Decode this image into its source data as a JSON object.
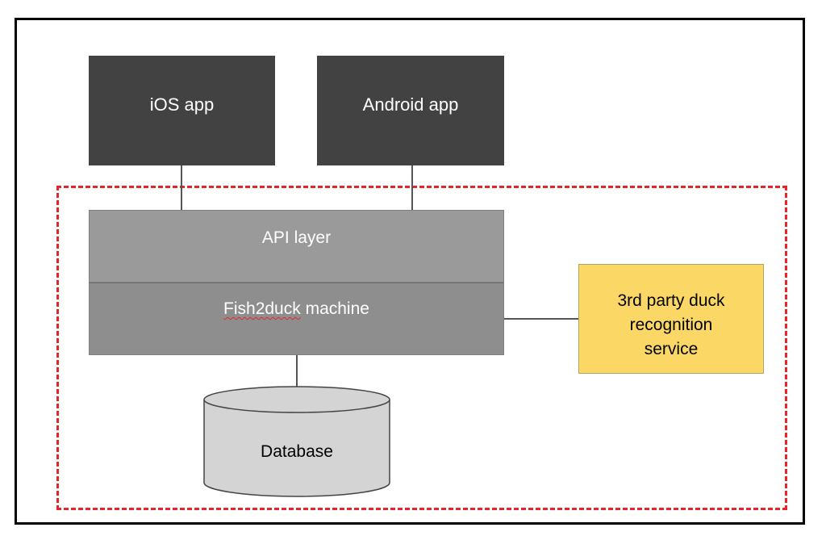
{
  "diagram": {
    "clients": {
      "ios": "iOS app",
      "android": "Android app"
    },
    "backend": {
      "api_layer": "API layer",
      "engine_word": "Fish2duck",
      "engine_suffix": " machine"
    },
    "third_party": {
      "line1": "3rd party duck",
      "line2": "recognition",
      "line3": "service"
    },
    "database": "Database",
    "colors": {
      "client_box": "#424242",
      "backend_box": "#9a9a9a",
      "third_party_box": "#fbd866",
      "database_fill": "#d4d4d4",
      "boundary_dash": "#e8242a",
      "connector": "#555555"
    }
  }
}
